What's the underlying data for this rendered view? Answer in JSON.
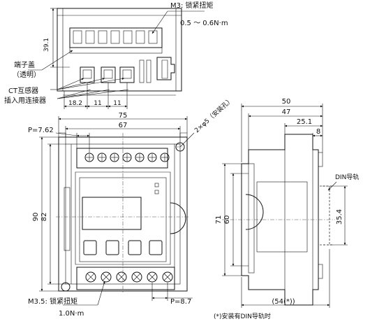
{
  "top_view": {
    "torque_label": "M3: 锁紧扭矩",
    "torque_value": "0.5 ～ 0.6N·m",
    "height_dim": "39.1",
    "terminal_cover_label": "端子盖",
    "terminal_cover_note": "（透明）",
    "ct_label": "CT互感器",
    "plugin_label": "插入用连接器",
    "dim_a": "18.2",
    "dim_b": "11",
    "dim_c": "11"
  },
  "front_view": {
    "width_total": "75",
    "width_inner": "67",
    "pitch_top": "P=7.62",
    "mount_hole": "2×φ5（安装孔）",
    "height_total": "90",
    "height_inner": "82",
    "torque_label": "M3.5: 锁紧扭矩",
    "torque_value": "1.0N·m",
    "pitch_bottom": "P=8.7"
  },
  "side_view": {
    "depth_total": "50",
    "depth_b": "47",
    "depth_c": "25.1",
    "depth_d": "8",
    "height_71": "71",
    "height_60": "60",
    "din_label": "DIN导轨",
    "din_dim": "35.4",
    "bottom_dim": "(54(*))",
    "footnote": "(*)安装有DIN导轨时"
  }
}
